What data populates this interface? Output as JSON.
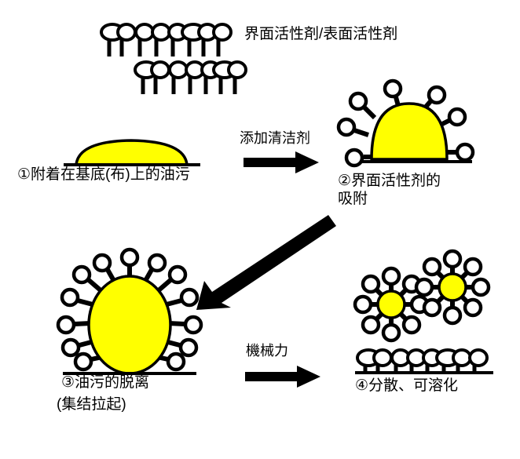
{
  "diagram": {
    "title": "界面活性剤/表面活性剤",
    "background_color": "#FFFFFF",
    "oil_color": "#FFFF00",
    "outline_color": "#000000",
    "stages": [
      {
        "id": "stage-1",
        "label_line1": "①附着在基底(布)上的油污",
        "label_line2": "",
        "description": "flat yellow oil dome on substrate line"
      },
      {
        "id": "stage-2",
        "label_line1": "②界面活性剂的",
        "label_line2": "吸附",
        "description": "dome with surfactants adsorbed on surface"
      },
      {
        "id": "stage-3",
        "label_line1": "③油污的脱离",
        "label_line2": "(集结拉起)",
        "description": "oil ellipse lifted off, fully surrounded by surfactants"
      },
      {
        "id": "stage-4",
        "label_line1": "④分散、可溶化",
        "label_line2": "",
        "description": "two micelles dispersed plus surfactant monolayer on substrate"
      }
    ],
    "arrows": [
      {
        "id": "arrow-add-detergent",
        "label": "添加清洁剂",
        "direction": "right"
      },
      {
        "id": "arrow-detach",
        "label": "",
        "direction": "diagonal-down-left"
      },
      {
        "id": "arrow-mechanical-force",
        "label": "機械力",
        "direction": "right"
      }
    ],
    "surfactant_rows": [
      {
        "id": "surfactant-row-top",
        "count": 8
      },
      {
        "id": "surfactant-row-second",
        "count": 7
      }
    ],
    "substrate_row": {
      "id": "substrate-surfactant-row",
      "count": 9
    },
    "micelles": [
      {
        "id": "micelle-left",
        "arms": 8
      },
      {
        "id": "micelle-right",
        "arms": 8
      }
    ]
  }
}
